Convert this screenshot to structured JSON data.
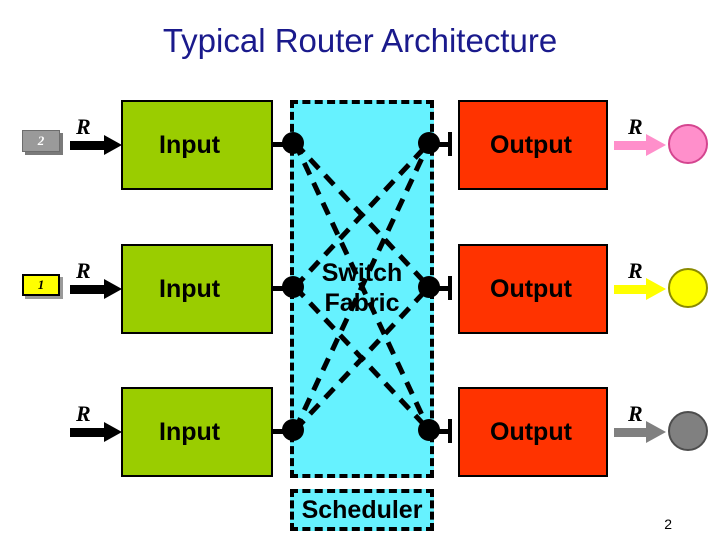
{
  "slide": {
    "title": "Typical Router Architecture",
    "page_number": "2",
    "background_color": "#ffffff",
    "title_color": "#1a1a8c"
  },
  "colors": {
    "input_box": "#9acd00",
    "output_box": "#ff3300",
    "fabric": "#66f2ff",
    "scheduler": "#66f2ff",
    "dashed_border": "#000000",
    "badge_gray": "#9a9a9a",
    "badge_yellow": "#ffff00",
    "arrow_row1": "#ff8fcb",
    "arrow_row2": "#ffff00",
    "arrow_row3": "#808080",
    "circle_row1": "#ff8fcb",
    "circle_row2": "#ffff00",
    "circle_row3": "#808080",
    "black": "#000000"
  },
  "rows": [
    {
      "badge": "2",
      "badge_style": "gray",
      "in_rate_label": "R",
      "input_label": "Input",
      "output_label": "Output",
      "out_rate_label": "R",
      "out_arrow_color": "#ff8fcb",
      "out_circle_color": "#ff8fcb",
      "out_circle_border": "#d4458f"
    },
    {
      "badge": "1",
      "badge_style": "yellow",
      "in_rate_label": "R",
      "input_label": "Input",
      "output_label": "Output",
      "out_rate_label": "R",
      "out_arrow_color": "#ffff00",
      "out_circle_color": "#ffff00",
      "out_circle_border": "#8a8a00"
    },
    {
      "badge": null,
      "badge_style": "none",
      "in_rate_label": "R",
      "input_label": "Input",
      "output_label": "Output",
      "out_rate_label": "R",
      "out_arrow_color": "#808080",
      "out_circle_color": "#808080",
      "out_circle_border": "#4d4d4d"
    }
  ],
  "fabric": {
    "label_line1": "Switch",
    "label_line2": "Fabric",
    "scheduler_label": "Scheduler"
  }
}
